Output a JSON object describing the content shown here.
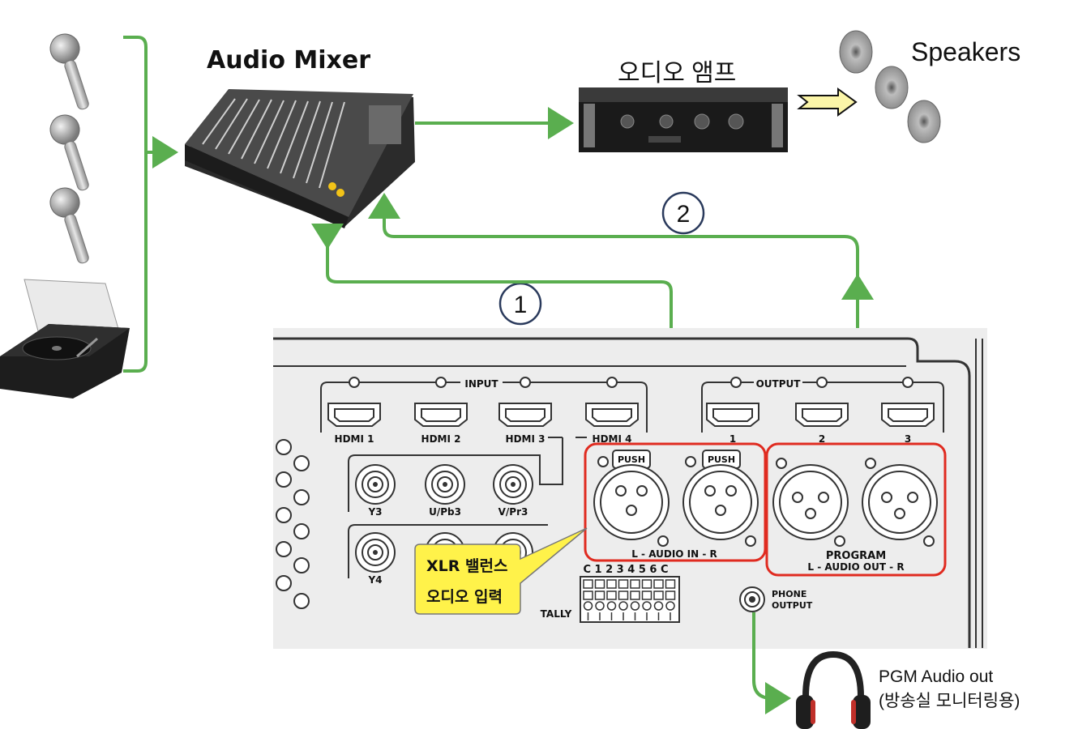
{
  "labels": {
    "audio_mixer": "Audio Mixer",
    "audio_amp": "오디오 앰프",
    "speakers": "Speakers",
    "step1": "1",
    "step2": "2",
    "pgm_line1": "PGM Audio out",
    "pgm_line2": "(방송실 모니터링용)",
    "callout_line1": "XLR 밸런스",
    "callout_line2": "오디오 입력"
  },
  "panel": {
    "input_title": "INPUT",
    "output_title": "OUTPUT",
    "hdmi_inputs": [
      "HDMI 1",
      "HDMI 2",
      "HDMI 3",
      "HDMI 4"
    ],
    "hdmi_outputs": [
      "1",
      "2",
      "3"
    ],
    "bnc_row1": [
      "Y3",
      "U/Pb3",
      "V/Pr3"
    ],
    "bnc_row2": [
      "Y4"
    ],
    "push": "PUSH",
    "audio_in": "L  -  AUDIO IN  -  R",
    "program": "PROGRAM",
    "audio_out": "L  -  AUDIO OUT  -  R",
    "tally_pins": "C 1 2 3 4 5 6 C",
    "tally": "TALLY",
    "phone": "PHONE",
    "output": "OUTPUT"
  },
  "colors": {
    "arrow": "#5aae4f",
    "highlight": "#e02b20",
    "callout": "#fff24a",
    "circle": "#2a3a5c"
  }
}
